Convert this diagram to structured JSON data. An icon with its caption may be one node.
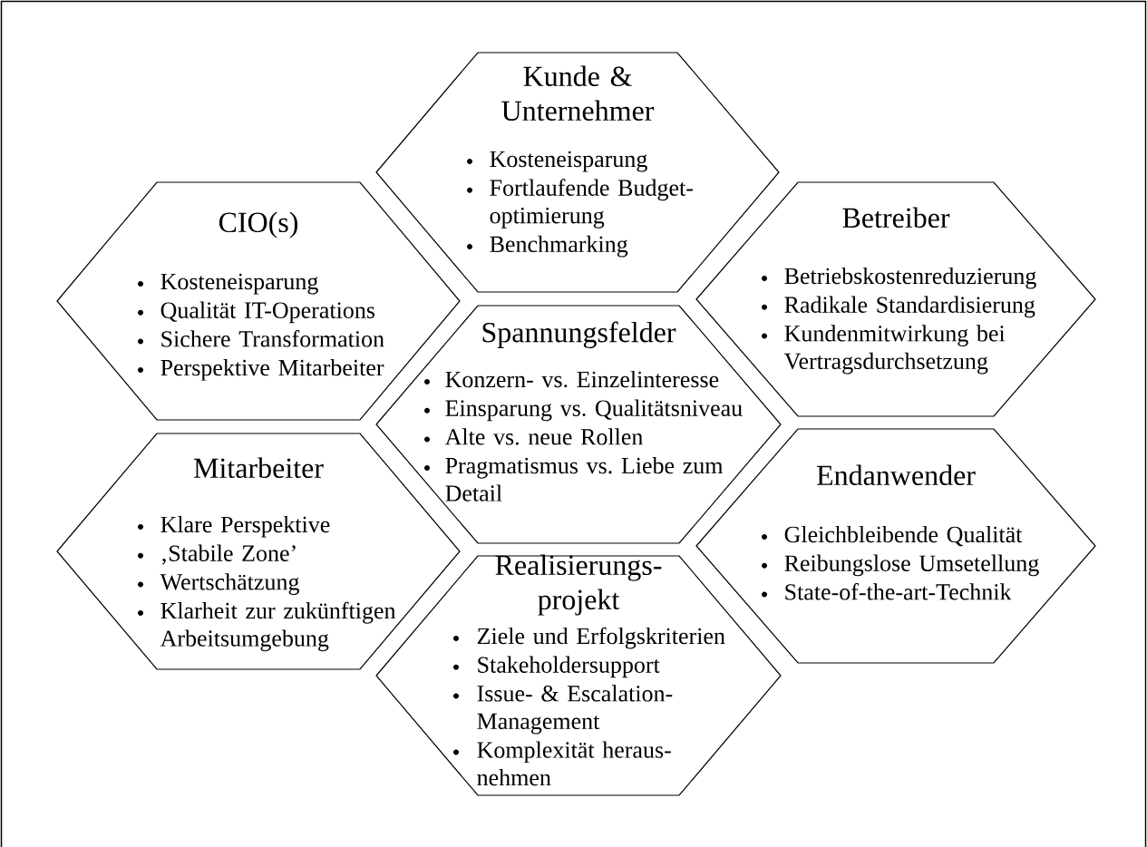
{
  "diagram": {
    "nodes": [
      {
        "text": [
          "Kunde & Unternehmer",
          "Kosteneisparung",
          "Fortlaufende Budget-optimierung",
          "Benchmarking"
        ]
      },
      {
        "text": [
          "CIO(s)",
          "Kosteneisparung",
          "Qualität IT-Operations",
          "Sichere Transformation",
          "Perspektive Mitarbeiter"
        ]
      },
      {
        "text": [
          "Betreiber",
          "Betriebskostenreduzierung",
          "Radikale Standardisierung",
          "Kundenmitwirkung bei Vertragsdurchsetzung"
        ]
      },
      {
        "text": [
          "Spannungsfelder",
          "Konzern- vs. Einzelinteresse",
          "Einsparung vs. Qualitätsniveau",
          "Alte vs. neue Rollen",
          "Pragmatismus vs. Liebe zum Detail"
        ]
      },
      {
        "text": [
          "Mitarbeiter",
          "Klare Perspektive",
          "‚Stabile Zone’",
          "Wertschätzung",
          "Klarheit zur zukünftigen Arbeitsumgebung"
        ]
      },
      {
        "text": [
          "Endanwender",
          "Gleichbleibende Qualität",
          "Reibungslose Umsetellung",
          "State-of-the-art-Technik"
        ]
      },
      {
        "text": [
          "Realisierungs-projekt",
          "Ziele und Erfolgskriterien",
          "Stakeholdersupport",
          "Issue- & Escalation-Management",
          "Komplexität heraus-nehmen"
        ]
      }
    ]
  }
}
